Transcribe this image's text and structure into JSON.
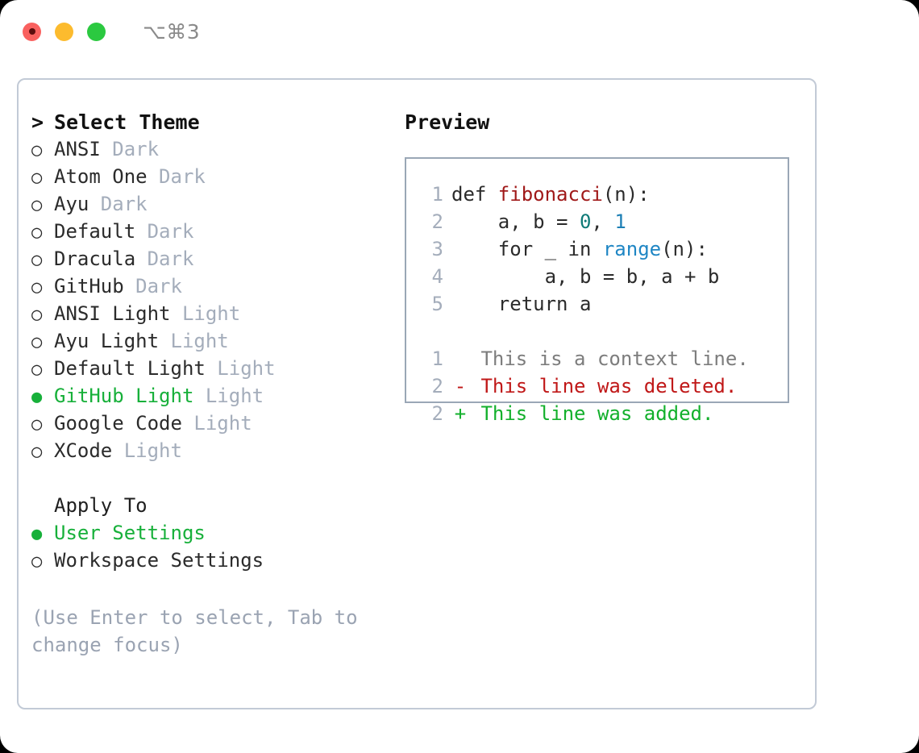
{
  "titlebar": {
    "shortcut": "⌥⌘3",
    "buttons": [
      {
        "name": "close",
        "color": "#f9615f"
      },
      {
        "name": "minimize",
        "color": "#fcbb2e"
      },
      {
        "name": "maximize",
        "color": "#2bc940"
      }
    ]
  },
  "theme_picker": {
    "prompt": ">",
    "title": "Select Theme",
    "unselected_marker": "○",
    "selected_marker": "●",
    "items": [
      {
        "name": "ANSI",
        "kind": "Dark",
        "selected": false
      },
      {
        "name": "Atom One",
        "kind": "Dark",
        "selected": false
      },
      {
        "name": "Ayu",
        "kind": "Dark",
        "selected": false
      },
      {
        "name": "Default",
        "kind": "Dark",
        "selected": false
      },
      {
        "name": "Dracula",
        "kind": "Dark",
        "selected": false
      },
      {
        "name": "GitHub",
        "kind": "Dark",
        "selected": false
      },
      {
        "name": "ANSI Light",
        "kind": "Light",
        "selected": false
      },
      {
        "name": "Ayu Light",
        "kind": "Light",
        "selected": false
      },
      {
        "name": "Default Light",
        "kind": "Light",
        "selected": false
      },
      {
        "name": "GitHub Light",
        "kind": "Light",
        "selected": true
      },
      {
        "name": "Google Code",
        "kind": "Light",
        "selected": false
      },
      {
        "name": "XCode",
        "kind": "Light",
        "selected": false
      }
    ]
  },
  "apply_to": {
    "title": "Apply To",
    "options": [
      {
        "label": "User Settings",
        "selected": true
      },
      {
        "label": "Workspace Settings",
        "selected": false
      }
    ]
  },
  "hint": "(Use Enter to select, Tab to change focus)",
  "preview": {
    "title": "Preview",
    "code": [
      {
        "no": "1",
        "segments": [
          {
            "text": "def ",
            "cls": "code-text"
          },
          {
            "text": "fibonacci",
            "cls": "tok-func"
          },
          {
            "text": "(n):",
            "cls": "code-text"
          }
        ]
      },
      {
        "no": "2",
        "segments": [
          {
            "text": "    a, b = ",
            "cls": "code-text"
          },
          {
            "text": "0",
            "cls": "tok-num"
          },
          {
            "text": ", ",
            "cls": "code-text"
          },
          {
            "text": "1",
            "cls": "tok-num2"
          }
        ]
      },
      {
        "no": "3",
        "segments": [
          {
            "text": "    for _ in ",
            "cls": "code-text"
          },
          {
            "text": "range",
            "cls": "tok-builtin"
          },
          {
            "text": "(n):",
            "cls": "code-text"
          }
        ]
      },
      {
        "no": "4",
        "segments": [
          {
            "text": "        a, b = b, a + b",
            "cls": "code-text"
          }
        ]
      },
      {
        "no": "5",
        "segments": [
          {
            "text": "    return a",
            "cls": "code-text"
          }
        ]
      }
    ],
    "diff": [
      {
        "no": "1",
        "sign": " ",
        "text": "This is a context line.",
        "cls": "diff-ctx"
      },
      {
        "no": "2",
        "sign": "-",
        "text": "This line was deleted.",
        "cls": "diff-del"
      },
      {
        "no": "2",
        "sign": "+",
        "text": "This line was added.",
        "cls": "diff-add"
      }
    ]
  },
  "colors": {
    "accent_green": "#17b03a",
    "muted": "#a4adbb",
    "panel_border": "#c2cad6",
    "preview_border": "#9aa7b6",
    "diff_add": "#13b02c",
    "diff_del": "#c01818",
    "func": "#a01919",
    "builtin": "#1f86c4",
    "number": "#0f7a77"
  }
}
